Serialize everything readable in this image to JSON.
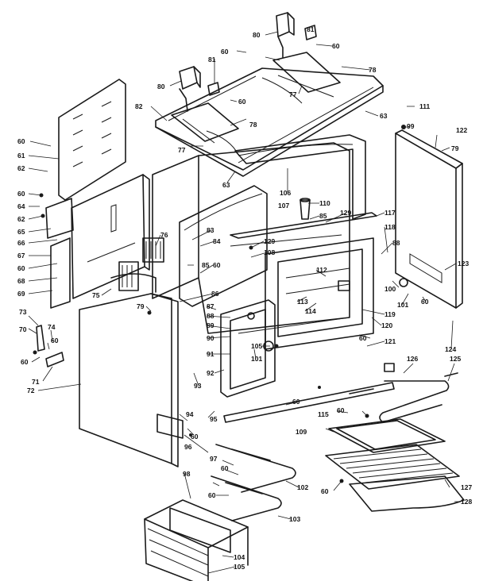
{
  "diagram": {
    "labels": [
      {
        "text": "80"
      },
      {
        "text": "81"
      },
      {
        "text": "60"
      },
      {
        "text": "78"
      },
      {
        "text": "77"
      },
      {
        "text": "80"
      },
      {
        "text": "81"
      },
      {
        "text": "60"
      },
      {
        "text": "60"
      },
      {
        "text": "82"
      },
      {
        "text": "78"
      },
      {
        "text": "63"
      },
      {
        "text": "111"
      },
      {
        "text": "99"
      },
      {
        "text": "122"
      },
      {
        "text": "79"
      },
      {
        "text": "77"
      },
      {
        "text": "60"
      },
      {
        "text": "61"
      },
      {
        "text": "62"
      },
      {
        "text": "60"
      },
      {
        "text": "64"
      },
      {
        "text": "62"
      },
      {
        "text": "65"
      },
      {
        "text": "66"
      },
      {
        "text": "67"
      },
      {
        "text": "60"
      },
      {
        "text": "68"
      },
      {
        "text": "69"
      },
      {
        "text": "63"
      },
      {
        "text": "106"
      },
      {
        "text": "110"
      },
      {
        "text": "107"
      },
      {
        "text": "85"
      },
      {
        "text": "129"
      },
      {
        "text": "117"
      },
      {
        "text": "118"
      },
      {
        "text": "88"
      },
      {
        "text": "76"
      },
      {
        "text": "83"
      },
      {
        "text": "84"
      },
      {
        "text": "129"
      },
      {
        "text": "108"
      },
      {
        "text": "85"
      },
      {
        "text": "60"
      },
      {
        "text": "112"
      },
      {
        "text": "123"
      },
      {
        "text": "75"
      },
      {
        "text": "86"
      },
      {
        "text": "100"
      },
      {
        "text": "101"
      },
      {
        "text": "60"
      },
      {
        "text": "113"
      },
      {
        "text": "114"
      },
      {
        "text": "119"
      },
      {
        "text": "79"
      },
      {
        "text": "87"
      },
      {
        "text": "88"
      },
      {
        "text": "89"
      },
      {
        "text": "90"
      },
      {
        "text": "91"
      },
      {
        "text": "105"
      },
      {
        "text": "101"
      },
      {
        "text": "92"
      },
      {
        "text": "120"
      },
      {
        "text": "60"
      },
      {
        "text": "121"
      },
      {
        "text": "124"
      },
      {
        "text": "73"
      },
      {
        "text": "74"
      },
      {
        "text": "70"
      },
      {
        "text": "60"
      },
      {
        "text": "60"
      },
      {
        "text": "71"
      },
      {
        "text": "72"
      },
      {
        "text": "93"
      },
      {
        "text": "125"
      },
      {
        "text": "126"
      },
      {
        "text": "60"
      },
      {
        "text": "95"
      },
      {
        "text": "94"
      },
      {
        "text": "115"
      },
      {
        "text": "60"
      },
      {
        "text": "109"
      },
      {
        "text": "60"
      },
      {
        "text": "96"
      },
      {
        "text": "97"
      },
      {
        "text": "60"
      },
      {
        "text": "102"
      },
      {
        "text": "60"
      },
      {
        "text": "103"
      },
      {
        "text": "127"
      },
      {
        "text": "60"
      },
      {
        "text": "128"
      },
      {
        "text": "98"
      },
      {
        "text": "104"
      },
      {
        "text": "105"
      }
    ]
  }
}
